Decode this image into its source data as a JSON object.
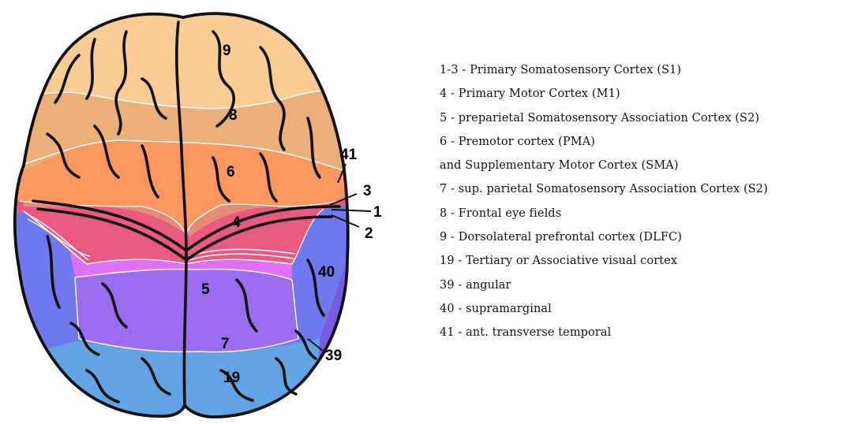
{
  "diagram": {
    "area_labels": {
      "a9": "9",
      "a8": "8",
      "a6": "6",
      "a41": "41",
      "a3": "3",
      "a1": "1",
      "a4": "4",
      "a2": "2",
      "a40": "40",
      "a5": "5",
      "a7": "7",
      "a39": "39",
      "a19": "19"
    },
    "colors": {
      "prefrontal": "#f9cc94",
      "frontal_eye": "#ebb07a",
      "premotor": "#fb9860",
      "motor": "#e88a78",
      "somatosensory": "#e85a82",
      "s2": "#e070f8",
      "s2_sup": "#9a6cf0",
      "parietal_blue": "#6f78ee",
      "visual": "#62a4e2",
      "outline": "#111111",
      "divider": "#ffffff"
    }
  },
  "legend": [
    "1-3 - Primary Somatosensory Cortex (S1)",
    "4 - Primary Motor Cortex (M1)",
    "5 - preparietal Somatosensory Association Cortex (S2)",
    "6 - Premotor cortex (PMA)",
    "and Supplementary Motor Cortex (SMA)",
    "7 - sup. parietal Somatosensory Association Cortex (S2)",
    "8 - Frontal eye fields",
    "9 - Dorsolateral prefrontal cortex (DLFC)",
    "19 - Tertiary or Associative visual cortex",
    "39 - angular",
    "40 - supramarginal",
    "41 - ant. transverse temporal"
  ]
}
